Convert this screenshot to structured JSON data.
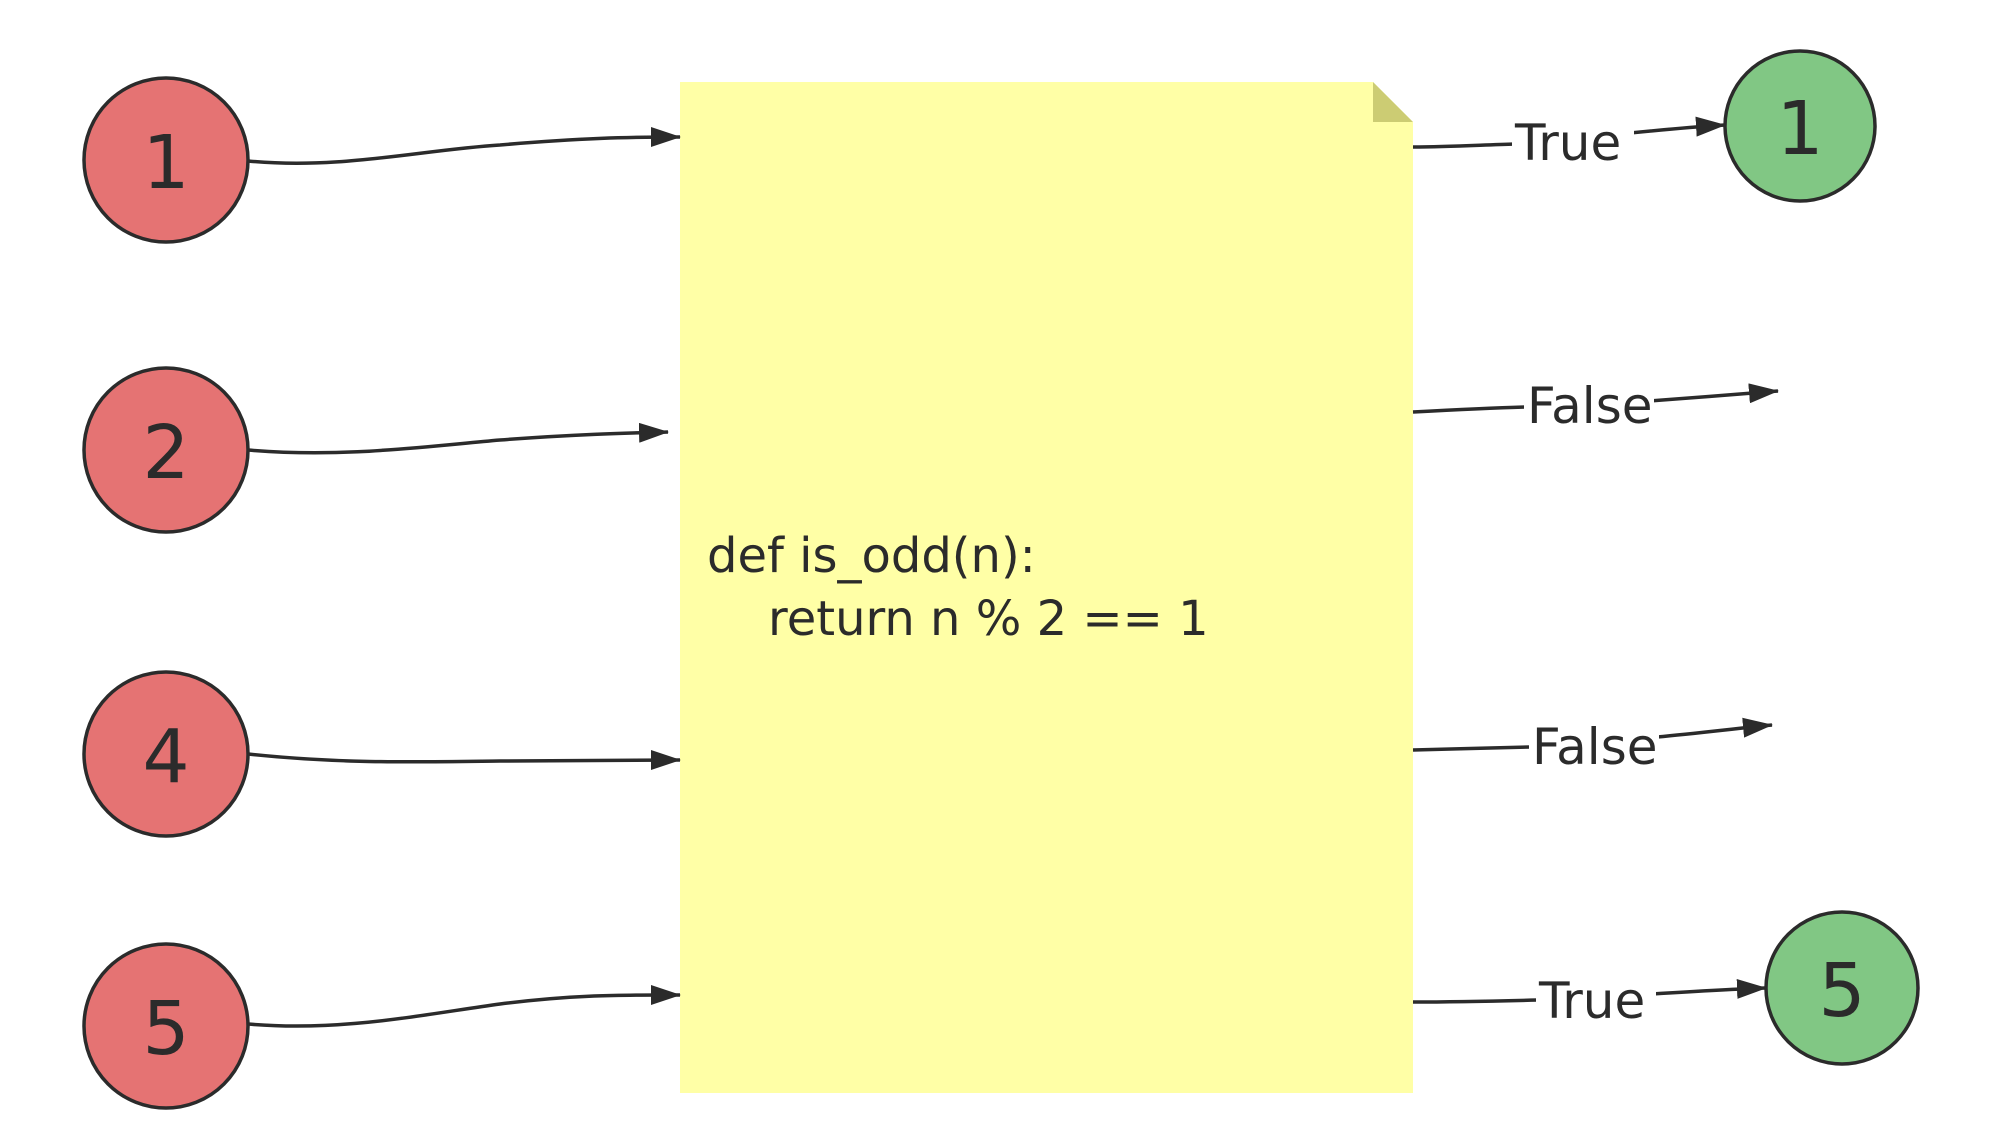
{
  "function_box": {
    "code_lines": [
      "def is_odd(n):",
      "    return n % 2 == 1"
    ],
    "fill_color": "#ffffa6",
    "fold_color": "#cccc73"
  },
  "colors": {
    "input_fill": "#e57373",
    "output_fill": "#81c784",
    "stroke": "#2b2b2b"
  },
  "inputs": [
    {
      "value": "1"
    },
    {
      "value": "2"
    },
    {
      "value": "4"
    },
    {
      "value": "5"
    }
  ],
  "results": [
    {
      "label": "True",
      "output": "1"
    },
    {
      "label": "False",
      "output": ""
    },
    {
      "label": "False",
      "output": ""
    },
    {
      "label": "True",
      "output": "5"
    }
  ]
}
